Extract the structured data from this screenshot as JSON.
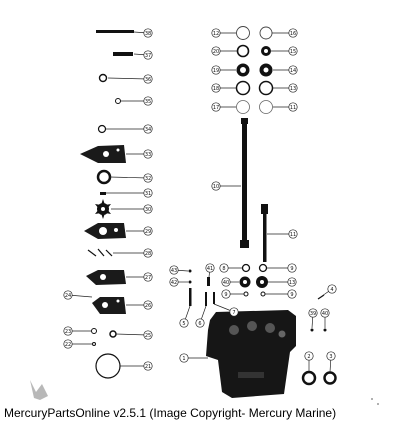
{
  "caption": "MercuryPartsOnline v2.5.1 (Image Copyright- Mercury Marine)",
  "callouts": [
    "1",
    "2",
    "3",
    "4",
    "5",
    "6",
    "7",
    "8",
    "9",
    "10",
    "11",
    "12",
    "13",
    "14",
    "15",
    "16",
    "17",
    "18",
    "19",
    "20",
    "21",
    "22",
    "23",
    "24",
    "25",
    "26",
    "27",
    "28",
    "29",
    "30",
    "31",
    "32",
    "33",
    "34",
    "35",
    "36",
    "37",
    "38",
    "39",
    "40",
    "41",
    "42",
    "43"
  ]
}
